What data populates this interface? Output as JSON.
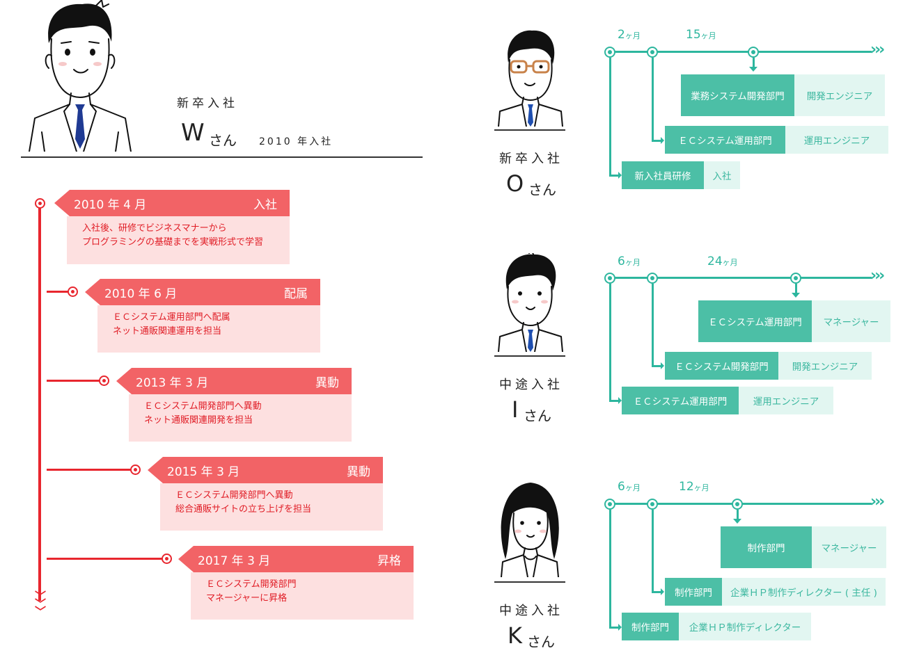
{
  "w_profile": {
    "kind": "新卒入社",
    "initial": "W",
    "san": "さん",
    "joined": "2010 年入社"
  },
  "w_events": [
    {
      "date": "2010 年 4 月",
      "tag": "入社",
      "lines": [
        "入社後、研修でビジネスマナーから",
        "プログラミングの基礎までを実戦形式で学習"
      ]
    },
    {
      "date": "2010 年 6 月",
      "tag": "配属",
      "lines": [
        "ＥＣシステム運用部門へ配属",
        "ネット通販関連運用を担当"
      ]
    },
    {
      "date": "2013 年 3 月",
      "tag": "異動",
      "lines": [
        "ＥＣシステム開発部門へ異動",
        "ネット通販関連開発を担当"
      ]
    },
    {
      "date": "2015 年 3 月",
      "tag": "異動",
      "lines": [
        "ＥＣシステム開発部門へ異動",
        "総合通販サイトの立ち上げを担当"
      ]
    },
    {
      "date": "2017 年 3 月",
      "tag": "昇格",
      "lines": [
        "ＥＣシステム開発部門",
        "マネージャーに昇格"
      ]
    }
  ],
  "people": [
    {
      "kind": "新卒入社",
      "initial": "O",
      "san": "さん",
      "months": [
        {
          "num": "2",
          "unit": "ヶ月"
        },
        {
          "num": "15",
          "unit": "ヶ月"
        }
      ],
      "steps": [
        {
          "dept": "業務システム開発部門",
          "role": "開発エンジニア"
        },
        {
          "dept": "ＥＣシステム運用部門",
          "role": "運用エンジニア"
        },
        {
          "dept": "新入社員研修",
          "role": "入社"
        }
      ]
    },
    {
      "kind": "中途入社",
      "initial": "I",
      "san": "さん",
      "months": [
        {
          "num": "6",
          "unit": "ヶ月"
        },
        {
          "num": "24",
          "unit": "ヶ月"
        }
      ],
      "steps": [
        {
          "dept": "ＥＣシステム運用部門",
          "role": "マネージャー"
        },
        {
          "dept": "ＥＣシステム開発部門",
          "role": "開発エンジニア"
        },
        {
          "dept": "ＥＣシステム運用部門",
          "role": "運用エンジニア"
        }
      ]
    },
    {
      "kind": "中途入社",
      "initial": "K",
      "san": "さん",
      "months": [
        {
          "num": "6",
          "unit": "ヶ月"
        },
        {
          "num": "12",
          "unit": "ヶ月"
        }
      ],
      "steps": [
        {
          "dept": "制作部門",
          "role": "マネージャー"
        },
        {
          "dept": "制作部門",
          "role": "企業ＨＰ制作ディレクター ( 主任 )"
        },
        {
          "dept": "制作部門",
          "role": "企業ＨＰ制作ディレクター"
        }
      ]
    }
  ],
  "arrow_glyph": "›››",
  "colors": {
    "red": "#e8262e",
    "red_head": "#f26366",
    "red_body": "#fde0e0",
    "green": "#2db69e",
    "green_dept": "#4cbfa6",
    "green_role": "#e2f6f1"
  }
}
